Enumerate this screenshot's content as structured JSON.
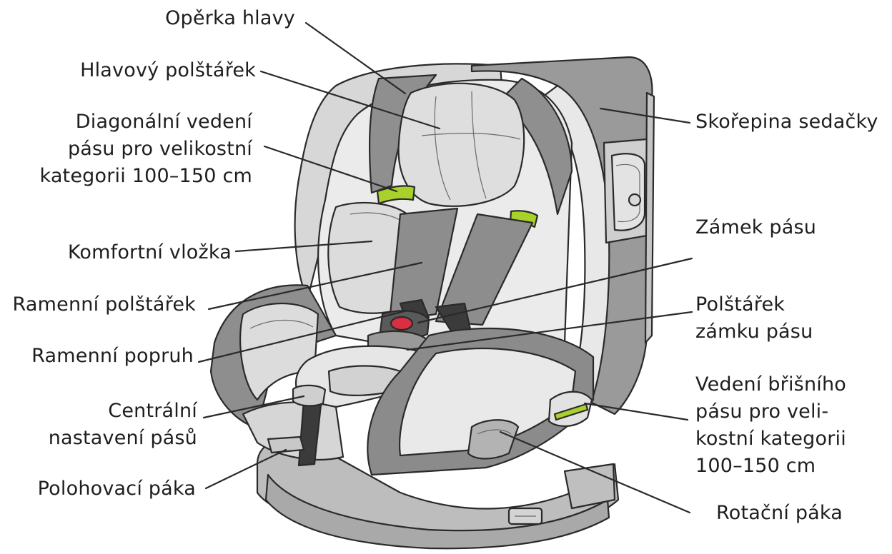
{
  "colors": {
    "ink": "#2a2a2a",
    "shell_dark": "#8e8e8e",
    "shell_mid": "#b9b9b9",
    "fabric_light": "#e6e6e6",
    "fabric_lighter": "#f1f1f1",
    "accent_green": "#a8d12a",
    "buckle_red": "#d83040"
  },
  "labels": {
    "operka_hlavy": [
      "Opěrka hlavy"
    ],
    "hlavovy_polstarek": [
      "Hlavový polštářek"
    ],
    "diagonalni_vedeni": [
      "Diagonální vedení",
      "pásu pro velikostní",
      "kategorii 100–150 cm"
    ],
    "komfortni_vlozka": [
      "Komfortní vložka"
    ],
    "ramenni_polstarek": [
      "Ramenní polštářek"
    ],
    "ramenni_popruh": [
      "Ramenní popruh"
    ],
    "centralni_nastaveni": [
      "Centrální",
      "nastavení pásů"
    ],
    "polohovaci_paka": [
      "Polohovací páka"
    ],
    "skorepina_sedacky": [
      "Skořepina sedačky"
    ],
    "zamek_pasu": [
      "Zámek pásu"
    ],
    "polstarek_zamku": [
      "Polštářek",
      "zámku pásu"
    ],
    "vedeni_brisniho": [
      "Vedení břišního",
      "pásu pro veli-",
      "kostní kategorii",
      "100–150 cm"
    ],
    "rotacni_paka": [
      "Rotační páka"
    ]
  }
}
